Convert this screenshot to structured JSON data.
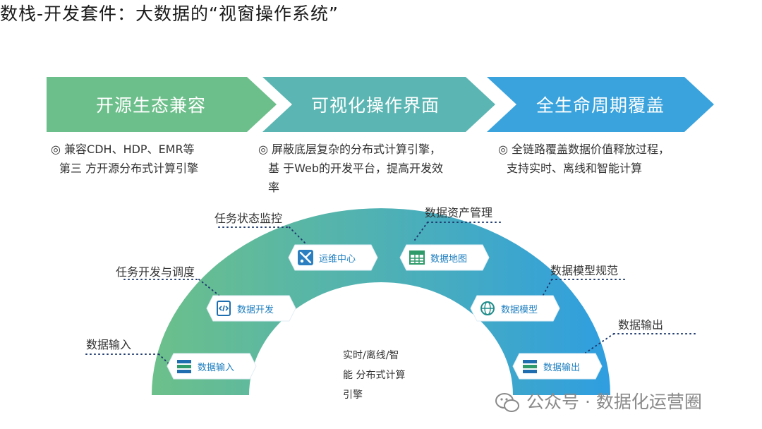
{
  "title": "数栈-开发套件：大数据的“视窗操作系统”",
  "banners": [
    {
      "label": "开源生态兼容",
      "color": "#6cbf8a"
    },
    {
      "label": "可视化操作界面",
      "color": "#5bb6b3"
    },
    {
      "label": "全生命周期覆盖",
      "color": "#3aa3dd"
    }
  ],
  "descriptions": [
    {
      "lines": [
        "◎ 兼容CDH、HDP、EMR等",
        "第三 方开源分布式计算引擎"
      ]
    },
    {
      "lines": [
        "◎  屏蔽底层复杂的分布式计算引擎，",
        "基  于Web的开发平台，提高开发效",
        "率"
      ]
    },
    {
      "lines": [
        "◎ 全链路覆盖数据价值释放过程，",
        "支持实时、离线和智能计算"
      ]
    }
  ],
  "modules": [
    {
      "label": "运维中心",
      "icon": "tools-icon"
    },
    {
      "label": "数据地图",
      "icon": "table-grid-icon"
    },
    {
      "label": "数据开发",
      "icon": "code-file-icon"
    },
    {
      "label": "数据模型",
      "icon": "globe-icon"
    },
    {
      "label": "数据输入",
      "icon": "stack-layers-icon"
    },
    {
      "label": "数据输出",
      "icon": "stack-layers-icon"
    }
  ],
  "callouts": {
    "task_monitor": "任务状态监控",
    "asset_mgmt": "数据资产管理",
    "task_dev": "任务开发与调度",
    "model_spec": "数据模型规范",
    "data_in": "数据输入",
    "data_out": "数据输出"
  },
  "center_text": [
    "实时/离线/智",
    "能 分布式计算",
    "引擎"
  ],
  "watermark": "公众号 · 数据化运营圈",
  "colors": {
    "arc_left": "#6cc08a",
    "arc_mid": "#4fb1b4",
    "arc_right": "#2f9ee0",
    "module_text": "#1f7fc0"
  }
}
